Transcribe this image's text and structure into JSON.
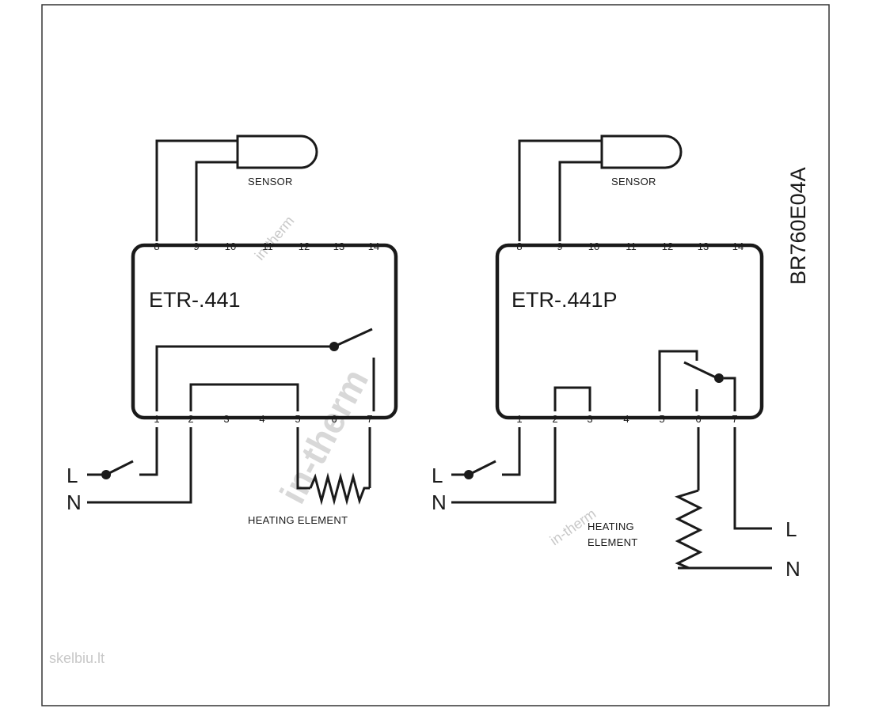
{
  "watermark": {
    "text": "in-therm",
    "site": "skelbiu.lt"
  },
  "drawing_code": "BR760E04A",
  "left_unit": {
    "model": "ETR-.441",
    "sensor_label": "SENSOR",
    "top_terminals": [
      "8",
      "9",
      "10",
      "11",
      "12",
      "13",
      "14"
    ],
    "bottom_terminals": [
      "1",
      "2",
      "3",
      "4",
      "5",
      "6",
      "7"
    ],
    "line_label": "L",
    "neutral_label": "N",
    "heater_label": "HEATING ELEMENT"
  },
  "right_unit": {
    "model": "ETR-.441P",
    "sensor_label": "SENSOR",
    "top_terminals": [
      "8",
      "9",
      "10",
      "11",
      "12",
      "13",
      "14"
    ],
    "bottom_terminals": [
      "1",
      "2",
      "3",
      "4",
      "5",
      "6",
      "7"
    ],
    "line_label": "L",
    "neutral_label": "N",
    "heater_label_line1": "HEATING",
    "heater_label_line2": "ELEMENT",
    "supply_line_label": "L",
    "supply_neutral_label": "N"
  }
}
